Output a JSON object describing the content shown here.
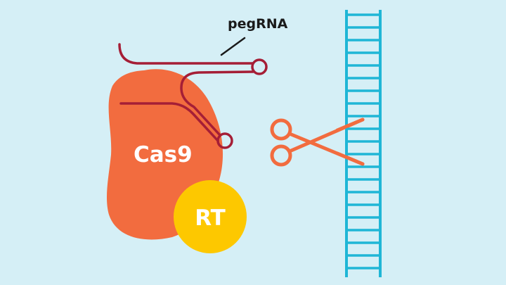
{
  "labels": {
    "pegrna": "pegRNA",
    "cas9": "Cas9",
    "rt": "RT"
  },
  "colors": {
    "background": "#d5eff6",
    "cas9": "#f26c3f",
    "rt": "#fdc800",
    "pegrna": "#a51e36",
    "dna": "#1fb6d6",
    "scissors": "#f26c3f",
    "label_text": "#ffffff",
    "callout_text": "#1a1a1a"
  },
  "icons": {
    "scissors": "scissors-icon",
    "dna": "dna-ladder"
  }
}
